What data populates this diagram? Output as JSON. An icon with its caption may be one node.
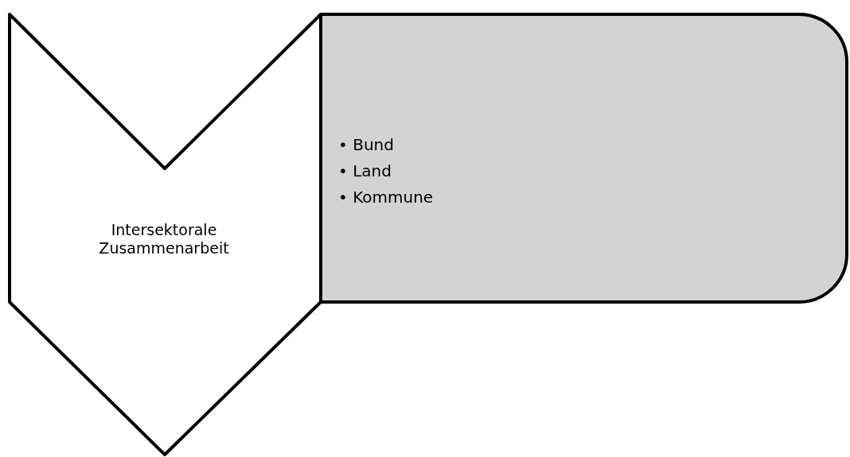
{
  "diagram": {
    "nodes": [
      {
        "text": [
          "Intersektorale Zusammenarbeit"
        ]
      },
      {
        "text": [
          "• Bund",
          "• Land",
          "• Kommune"
        ]
      }
    ]
  }
}
